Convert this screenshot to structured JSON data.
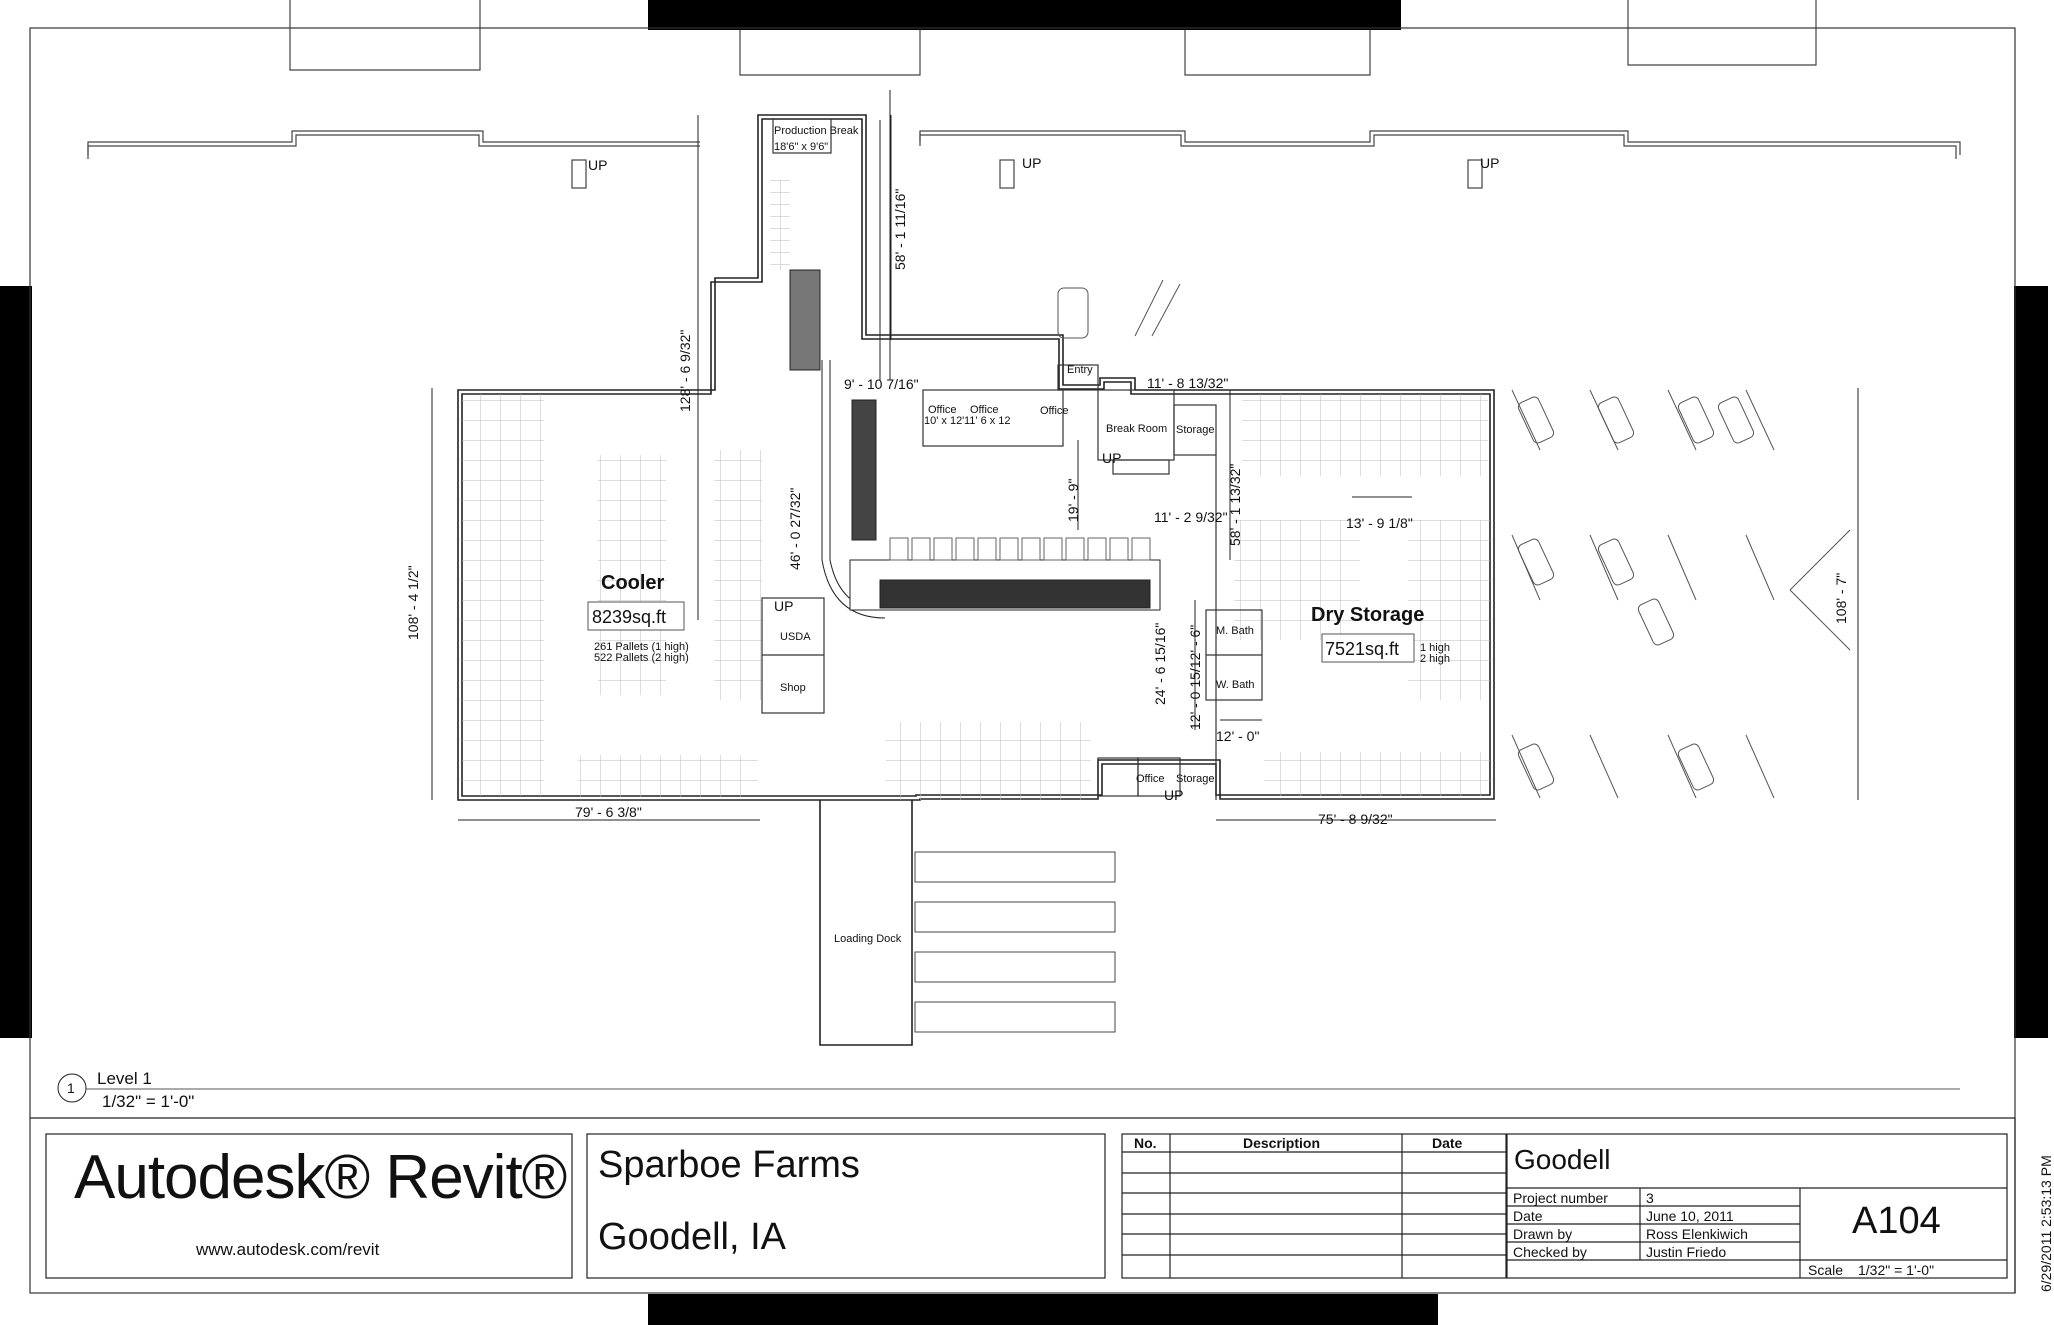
{
  "drawing": {
    "rooms": {
      "cooler": {
        "name": "Cooler",
        "area": "8239sq.ft",
        "note1": "261 Pallets (1 high)",
        "note2": "522 Pallets (2 high)"
      },
      "dry_storage": {
        "name": "Dry Storage",
        "area": "7521sq.ft",
        "note1": "1 high",
        "note2": "2 high"
      },
      "small": [
        "Production Break",
        "18'6\" x 9'6\"",
        "Entry",
        "Office",
        "Office",
        "Office",
        "10' x 12'",
        "11' 6 x 12",
        "Break Room",
        "Storage",
        "M. Bath",
        "W. Bath",
        "USDA",
        "Shop",
        "Office",
        "Storage",
        "Loading Dock"
      ]
    },
    "dimensions": {
      "d1": "58' - 1 11/16\"",
      "d2": "128' - 6 9/32\"",
      "d3": "9' - 10 7/16\"",
      "d4": "11' - 8 13/32\"",
      "d5": "19' - 9\"",
      "d6": "11' - 2 9/32\"",
      "d7": "58' - 1 13/32\"",
      "d8": "13' - 9 1/8\"",
      "d9": "46' - 0 27/32\"",
      "d10": "108' - 4 1/2\"",
      "d11": "108' - 7\"",
      "d12": "24' - 6 15/16\"",
      "d13": "12' - 0 15/12' - 6\"",
      "d14": "12' - 0\"",
      "d15": "79' - 6 3/8\"",
      "d16": "75' - 8 9/32\""
    },
    "up_labels": [
      "UP",
      "UP",
      "UP",
      "UP",
      "UP",
      "UP"
    ],
    "view": {
      "number": "1",
      "name": "Level 1",
      "scale": "1/32\" = 1'-0\""
    }
  },
  "title_block": {
    "logo": "Autodesk® Revit®",
    "url": "www.autodesk.com/revit",
    "project_line1": "Sparboe Farms",
    "project_line2": "Goodell, IA",
    "revision_headers": {
      "no": "No.",
      "description": "Description",
      "date": "Date"
    },
    "sheet_name": "Goodell",
    "fields": [
      {
        "label": "Project number",
        "value": "3"
      },
      {
        "label": "Date",
        "value": "June 10, 2011"
      },
      {
        "label": "Drawn by",
        "value": "Ross Elenkiwich"
      },
      {
        "label": "Checked by",
        "value": "Justin Friedo"
      }
    ],
    "sheet_number": "A104",
    "scale_label": "Scale",
    "scale_value": "1/32\" = 1'-0\"",
    "timestamp": "6/29/2011 2:53:13 PM"
  }
}
